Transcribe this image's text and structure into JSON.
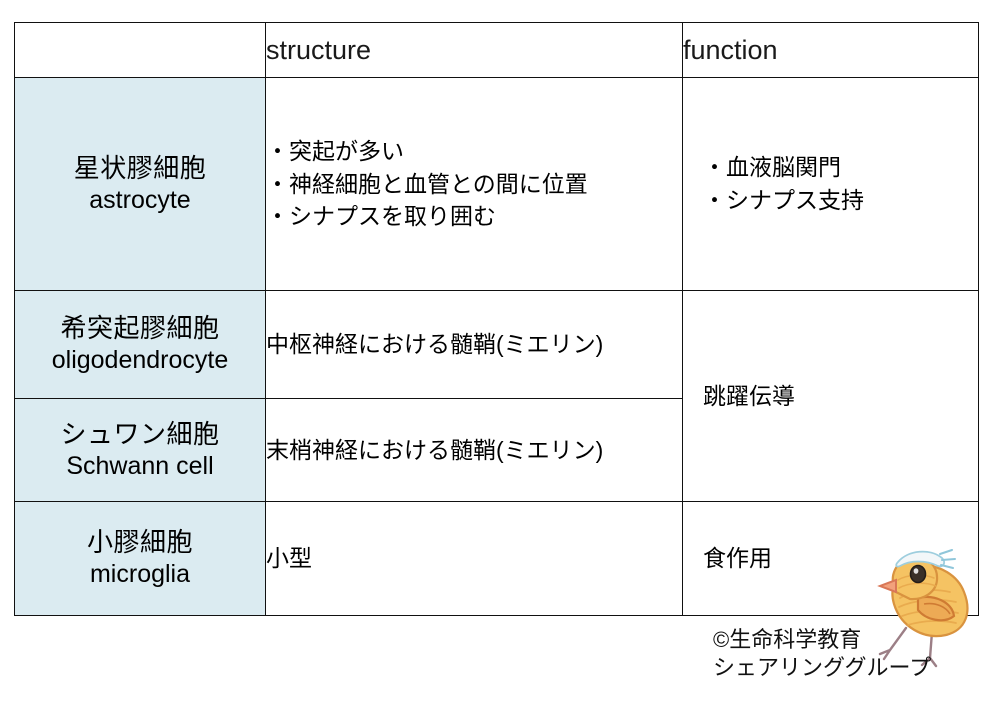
{
  "table": {
    "headers": {
      "col0": "",
      "structure": "structure",
      "function": "function"
    },
    "rows": [
      {
        "name_jp": "星状膠細胞",
        "name_en": "astrocyte",
        "structure": [
          "・突起が多い",
          "・神経細胞と血管との間に位置",
          "・シナプスを取り囲む"
        ],
        "function": [
          "・血液脳関門",
          "・シナプス支持"
        ]
      },
      {
        "name_jp": "希突起膠細胞",
        "name_en": "oligodendrocyte",
        "structure": [
          "中枢神経における髄鞘(ミエリン)"
        ],
        "function_merged": "跳躍伝導"
      },
      {
        "name_jp": "シュワン細胞",
        "name_en": "Schwann cell",
        "structure": [
          "末梢神経における髄鞘(ミエリン)"
        ]
      },
      {
        "name_jp": "小膠細胞",
        "name_en": "microglia",
        "structure": [
          "小型"
        ],
        "function": [
          "食作用"
        ]
      }
    ]
  },
  "credit": {
    "line1": "©生命科学教育",
    "line2": "シェアリンググループ"
  },
  "colors": {
    "name_cell_fill": "#dbebf1",
    "border": "#111111",
    "text": "#000000",
    "chick_body": "#f2b84b",
    "chick_outline": "#d98b3a",
    "chick_beak": "#e8825a",
    "chick_band": "#bcdce8"
  },
  "mascot": {
    "icon": "chick-illustration"
  }
}
